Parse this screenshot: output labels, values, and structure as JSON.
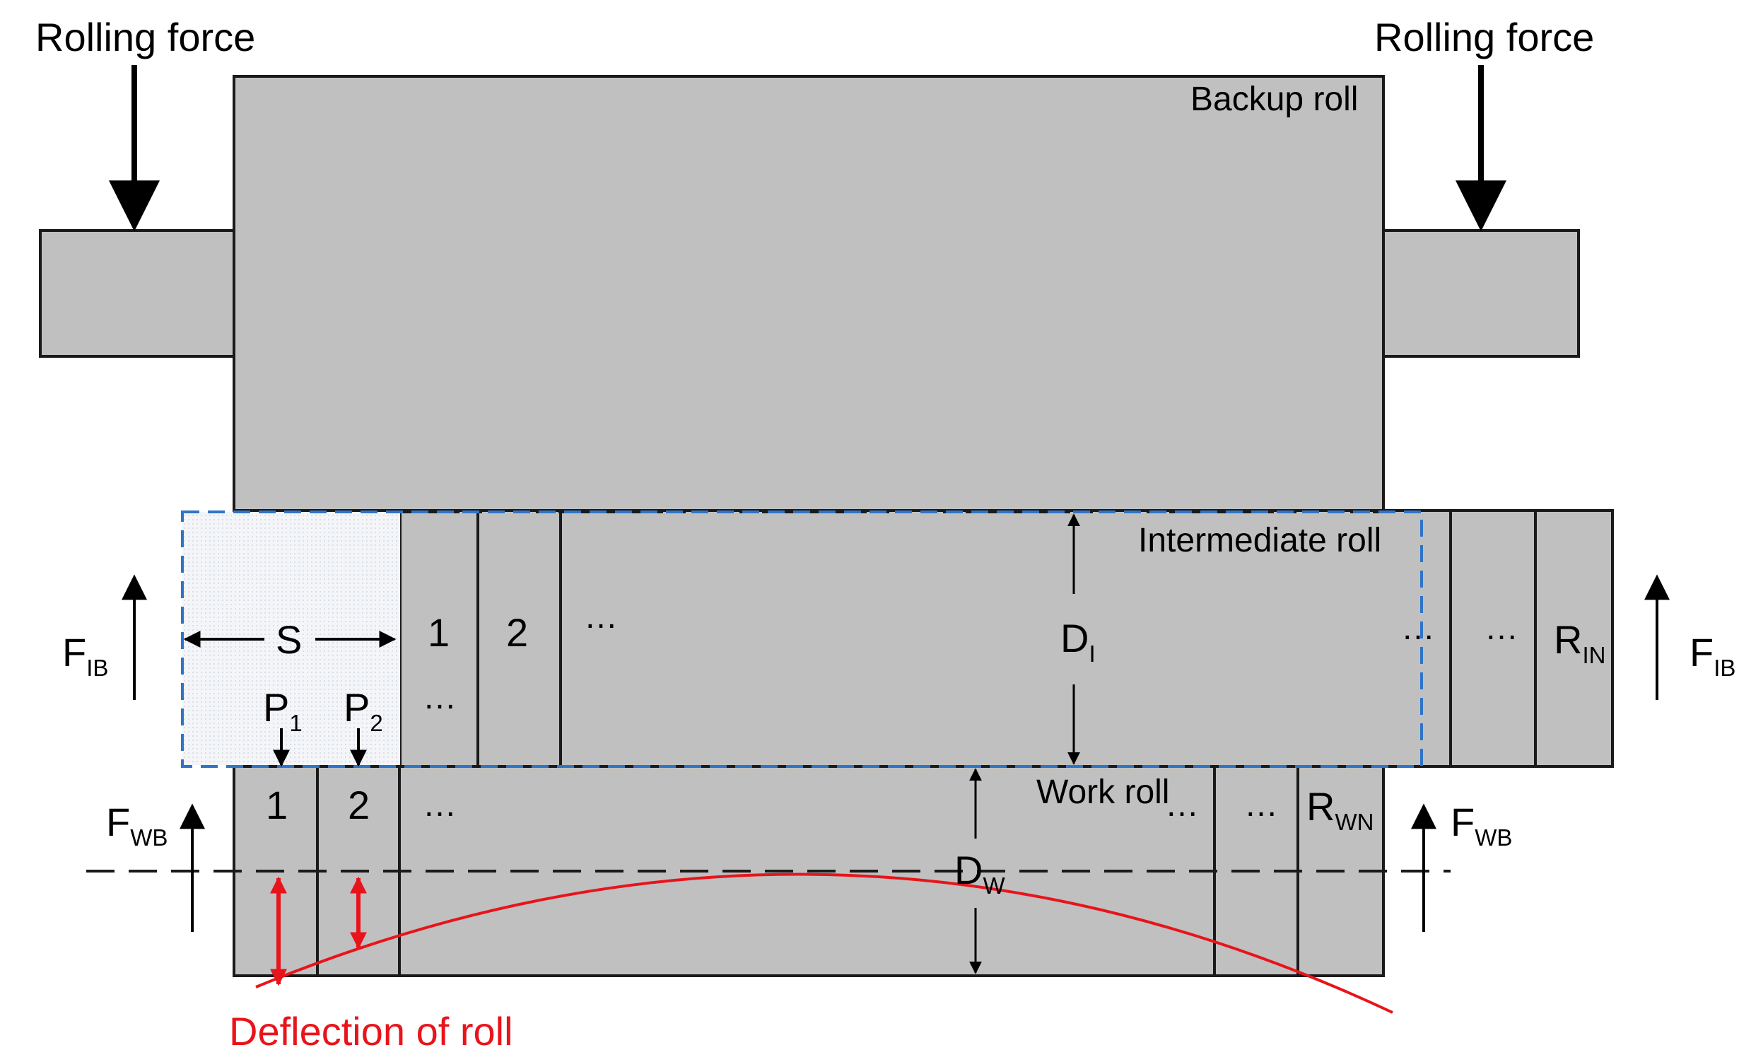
{
  "labels": {
    "rolling_force_left": "Rolling force",
    "rolling_force_right": "Rolling force",
    "backup_roll": "Backup roll",
    "intermediate_roll": "Intermediate roll",
    "work_roll": "Work roll",
    "deflection": "Deflection of roll",
    "s": "S",
    "ellipsis": "…"
  },
  "symbols": {
    "f_ib": {
      "main": "F",
      "sub": "IB"
    },
    "f_wb": {
      "main": "F",
      "sub": "WB"
    },
    "d_i": {
      "main": "D",
      "sub": "I"
    },
    "d_w": {
      "main": "D",
      "sub": "W"
    },
    "p1": {
      "main": "P",
      "sub": "1"
    },
    "p2": {
      "main": "P",
      "sub": "2"
    },
    "r_in": {
      "main": "R",
      "sub": "IN"
    },
    "r_wn": {
      "main": "R",
      "sub": "WN"
    }
  },
  "segments": {
    "intermediate": [
      "1",
      "2"
    ],
    "work": [
      "1",
      "2"
    ]
  },
  "colors": {
    "roll_fill": "#c0c0c0",
    "outline": "#1a1a1a",
    "deflection": "#e8141b",
    "highlight_box": "#2e75c8",
    "slice_fill": "#f1f3f6"
  }
}
